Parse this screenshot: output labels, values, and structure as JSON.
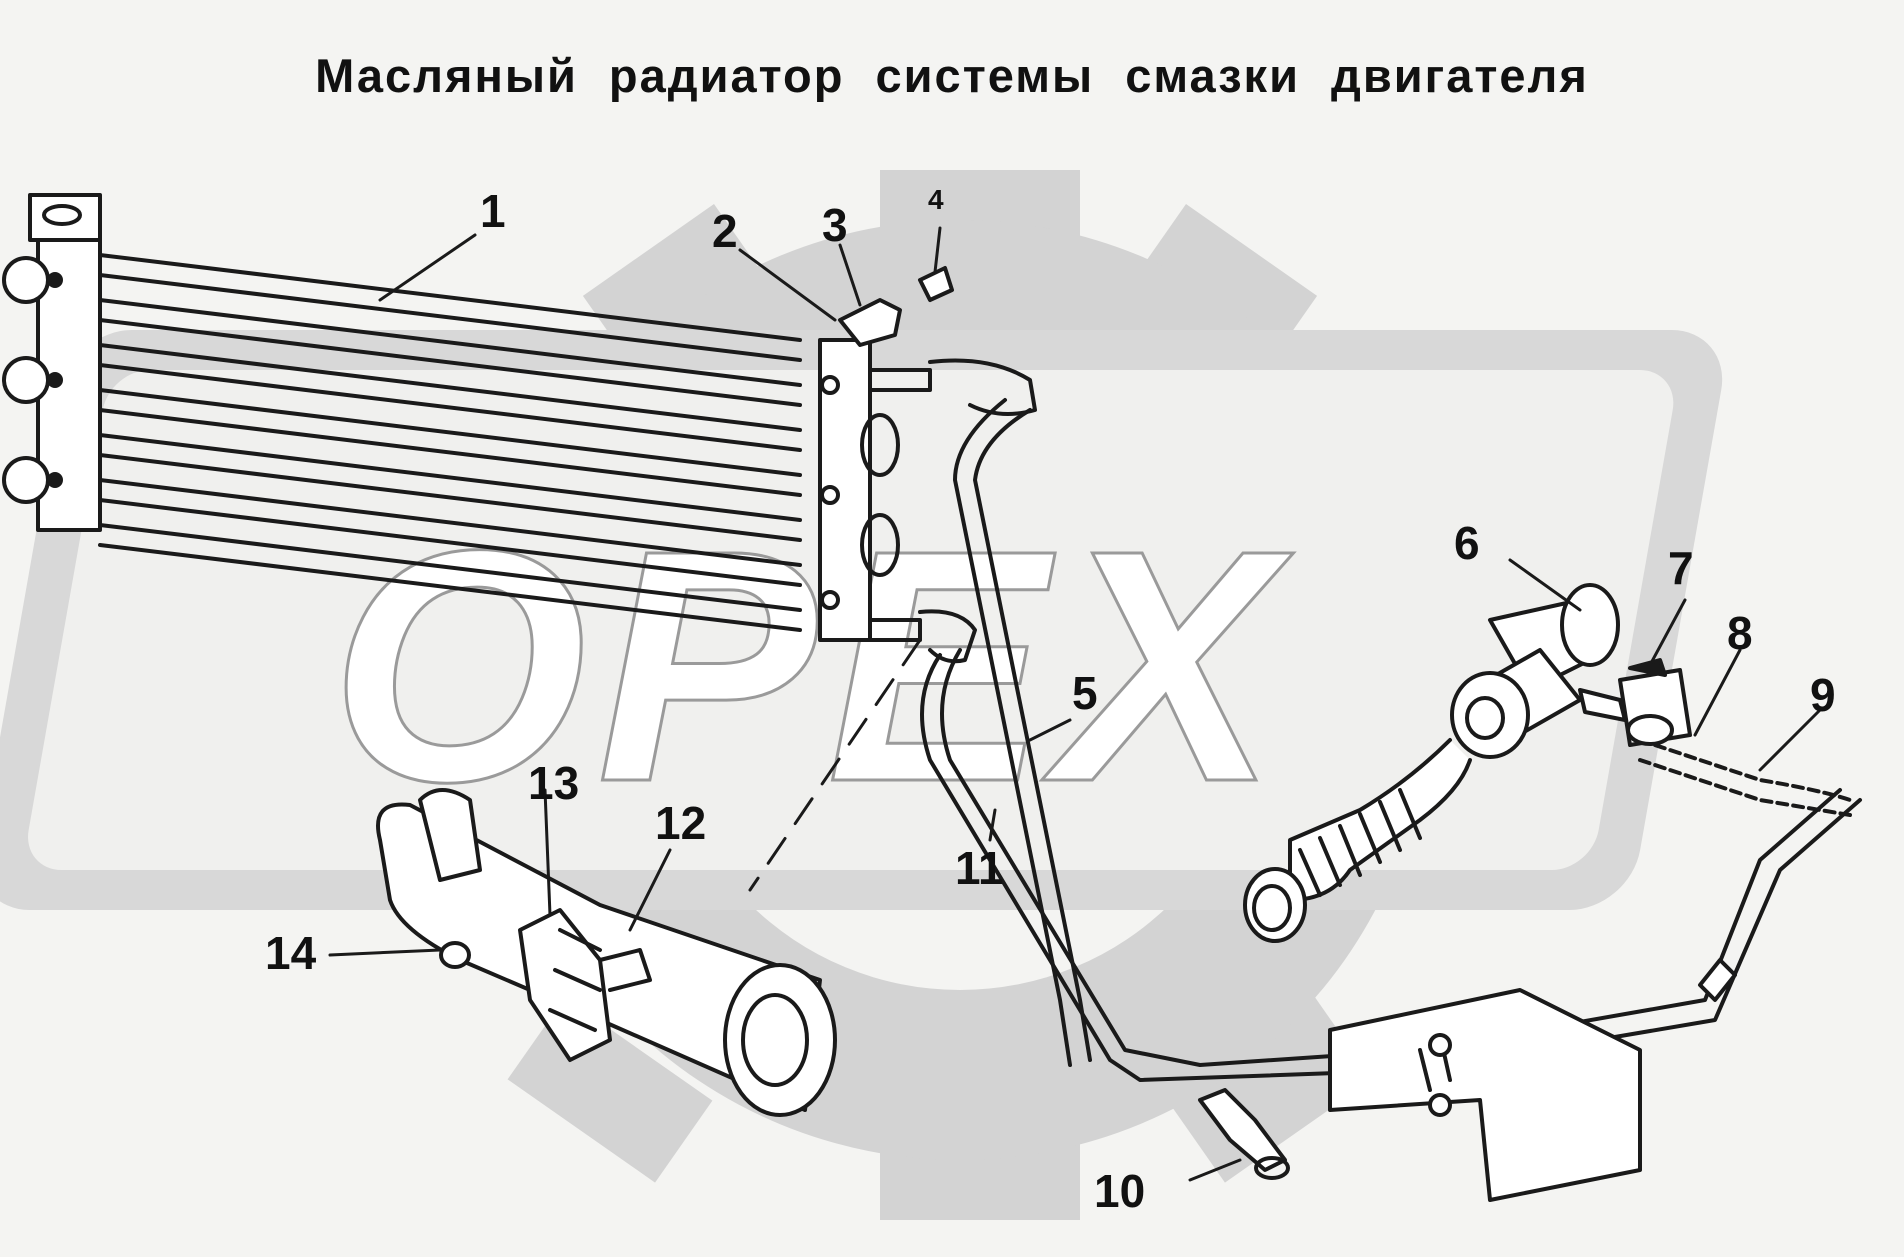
{
  "title": "Масляный радиатор системы смазки двигателя",
  "watermark": "OPEX",
  "colors": {
    "line": "#1a1a1a",
    "watermark": "#cfcfcf",
    "background": "#f4f4f2"
  },
  "callouts": [
    "1",
    "2",
    "3",
    "4",
    "5",
    "6",
    "7",
    "8",
    "9",
    "10",
    "11",
    "12",
    "13",
    "14"
  ]
}
